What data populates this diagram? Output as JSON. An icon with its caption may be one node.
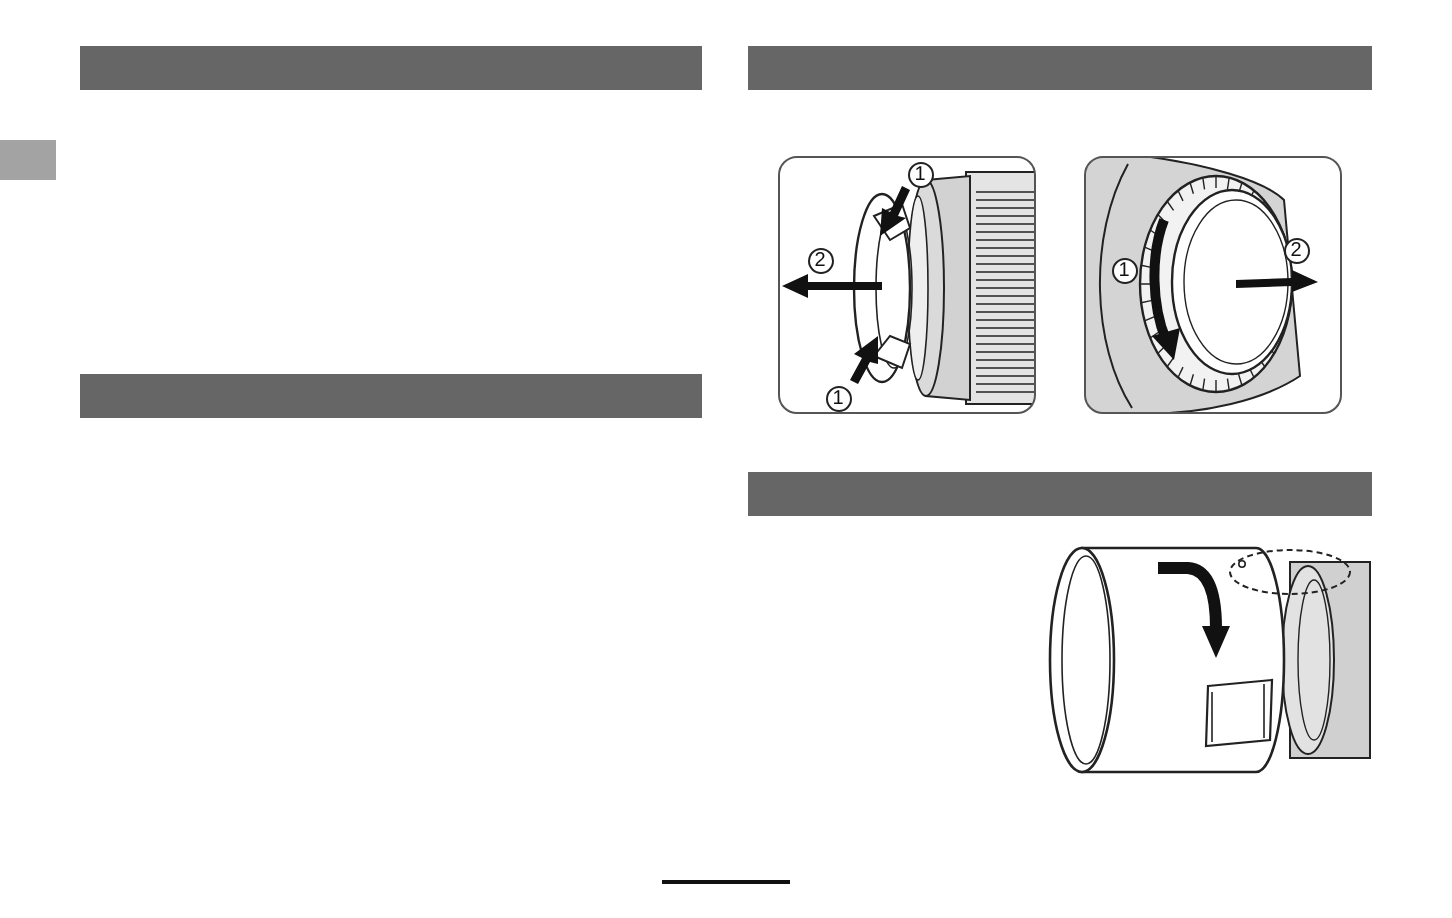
{
  "diagram": {
    "labels": [
      "1",
      "2",
      "1",
      "1",
      "2"
    ]
  }
}
